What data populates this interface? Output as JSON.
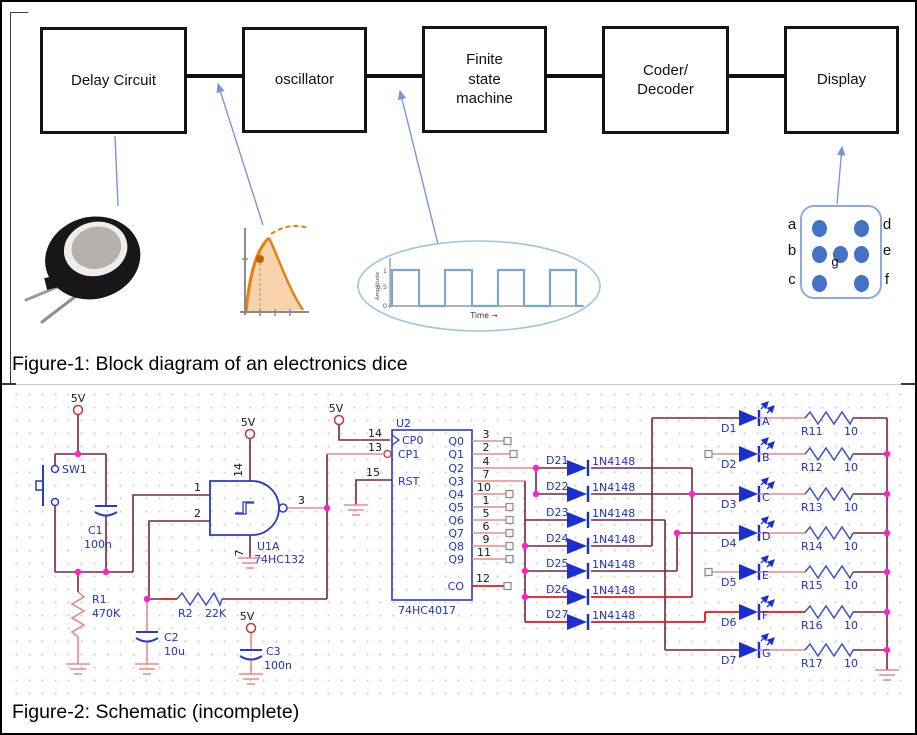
{
  "figure1": {
    "caption": "Figure-1: Block diagram of an electronics dice",
    "blocks": [
      {
        "label": "Delay Circuit"
      },
      {
        "label": "oscillator"
      },
      {
        "label": "Finite\nstate\nmachine"
      },
      {
        "label": "Coder/\nDecoder"
      },
      {
        "label": "Display"
      }
    ],
    "waveform": {
      "ylabel": "Amplitude",
      "xlabel": "Time →",
      "yticks": [
        "1",
        "0.5",
        "0"
      ]
    },
    "dice": {
      "a": "a",
      "b": "b",
      "c": "c",
      "d": "d",
      "e": "e",
      "f": "f",
      "g": "g"
    }
  },
  "figure2": {
    "caption": "Figure-2: Schematic (incomplete)",
    "supply": "5V",
    "sw_ref": "SW1",
    "c1_ref": "C1",
    "c1_val": "100n",
    "r1_ref": "R1",
    "r1_val": "470K",
    "r2_ref": "R2",
    "r2_val": "22K",
    "c2_ref": "C2",
    "c2_val": "10u",
    "c3_ref": "C3",
    "c3_val": "100n",
    "gate": {
      "ref": "U1A",
      "part": "74HC132",
      "pin_in1": "1",
      "pin_in2": "2",
      "pin_out": "3",
      "pin_vcc": "14",
      "pin_gnd": "7"
    },
    "counter": {
      "ref": "U2",
      "part": "74HC4017",
      "cp0": "CP0",
      "cp1": "CP1",
      "rst": "RST",
      "co": "CO",
      "cp0_num": "14",
      "cp1_num": "13",
      "rst_num": "15",
      "co_num": "12",
      "outputs": [
        {
          "name": "Q0",
          "num": "3"
        },
        {
          "name": "Q1",
          "num": "2"
        },
        {
          "name": "Q2",
          "num": "4"
        },
        {
          "name": "Q3",
          "num": "7"
        },
        {
          "name": "Q4",
          "num": "10"
        },
        {
          "name": "Q5",
          "num": "1"
        },
        {
          "name": "Q6",
          "num": "5"
        },
        {
          "name": "Q7",
          "num": "6"
        },
        {
          "name": "Q8",
          "num": "9"
        },
        {
          "name": "Q9",
          "num": "11"
        }
      ]
    },
    "diodes": [
      {
        "ref": "D21",
        "part": "1N4148"
      },
      {
        "ref": "D22",
        "part": "1N4148"
      },
      {
        "ref": "D23",
        "part": "1N4148"
      },
      {
        "ref": "D24",
        "part": "1N4148"
      },
      {
        "ref": "D25",
        "part": "1N4148"
      },
      {
        "ref": "D26",
        "part": "1N4148"
      },
      {
        "ref": "D27",
        "part": "1N4148"
      }
    ],
    "leds": [
      {
        "ref": "D1",
        "segment": "A",
        "res": "R11",
        "rval": "10"
      },
      {
        "ref": "D2",
        "segment": "B",
        "res": "R12",
        "rval": "10"
      },
      {
        "ref": "D3",
        "segment": "C",
        "res": "R13",
        "rval": "10"
      },
      {
        "ref": "D4",
        "segment": "D",
        "res": "R14",
        "rval": "10"
      },
      {
        "ref": "D5",
        "segment": "E",
        "res": "R15",
        "rval": "10"
      },
      {
        "ref": "D6",
        "segment": "F",
        "res": "R16",
        "rval": "10"
      },
      {
        "ref": "D7",
        "segment": "G",
        "res": "R17",
        "rval": "10"
      }
    ]
  },
  "colors": {
    "wire": "#76263f",
    "pin_wire": "#e98a8a",
    "bright_wire": "#e8141c",
    "component_blue": "#2233bb",
    "junction": "#ff22cc",
    "arrow_blue": "#7a96d9",
    "dice_dot": "#4472c4",
    "dice_border": "#8faadc",
    "wave_blue": "#7ba7d7",
    "curve_orange": "#e87e0c"
  }
}
